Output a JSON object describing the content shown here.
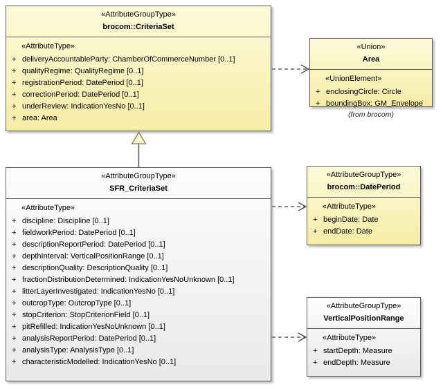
{
  "diagram": {
    "colors": {
      "yellow_box_fill": "#F9F2B4",
      "grey_box_fill": "#EFEFEF",
      "box_border": "#5A5A5A",
      "connector": "#454545",
      "generalization_triangle_fill": "#FAF4D0",
      "generalization_triangle_stroke": "#8C7B4A"
    },
    "boxes": {
      "criteriaSet": {
        "stereotype": "«AttributeGroupType»",
        "name": "brocom::CriteriaSet",
        "section_label": "«AttributeType»",
        "attributes": [
          {
            "vis": "+",
            "text": "deliveryAccountableParty: ChamberOfCommerceNumber [0..1]"
          },
          {
            "vis": "+",
            "text": "qualityRegime: QualityRegime [0..1]"
          },
          {
            "vis": "+",
            "text": "registrationPeriod: DatePeriod [0..1]"
          },
          {
            "vis": "+",
            "text": "correctionPeriod: DatePeriod [0..1]"
          },
          {
            "vis": "+",
            "text": "underReview: IndicationYesNo [0..1]"
          },
          {
            "vis": "+",
            "text": "area: Area"
          }
        ]
      },
      "area": {
        "stereotype": "«Union»",
        "name": "Area",
        "section_label": "«UnionElement»",
        "attributes": [
          {
            "vis": "+",
            "text": "enclosingCircle: Circle"
          },
          {
            "vis": "+",
            "text": "boundingBox: GM_Envelope"
          }
        ],
        "origin_note": "(from brocom)"
      },
      "sfrCriteriaSet": {
        "stereotype": "«AttributeGroupType»",
        "name": "SFR_CriteriaSet",
        "section_label": "«AttributeType»",
        "attributes": [
          {
            "vis": "+",
            "text": "discipline: Discipline [0..1]"
          },
          {
            "vis": "+",
            "text": "fieldworkPeriod: DatePeriod [0..1]"
          },
          {
            "vis": "+",
            "text": "descriptionReportPeriod: DatePeriod [0..1]"
          },
          {
            "vis": "+",
            "text": "depthInterval: VerticalPositionRange [0..1]"
          },
          {
            "vis": "+",
            "text": "descriptionQuality: DescriptionQuality [0..1]"
          },
          {
            "vis": "+",
            "text": "fractionDistributionDetermined: IndicationYesNoUnknown [0..1]"
          },
          {
            "vis": "+",
            "text": "litterLayerInvestigated: IndicationYesNo [0..1]"
          },
          {
            "vis": "+",
            "text": "outcropType: OutcropType [0..1]"
          },
          {
            "vis": "+",
            "text": "stopCriterion: StopCriterionField [0..1]"
          },
          {
            "vis": "+",
            "text": "pitRefilled: IndicationYesNoUnknown [0..1]"
          },
          {
            "vis": "+",
            "text": "analysisReportPeriod: DatePeriod [0..1]"
          },
          {
            "vis": "+",
            "text": "analysisType: AnalysisType [0..1]"
          },
          {
            "vis": "+",
            "text": "characteristicModelled: IndicationYesNo [0..1]"
          }
        ]
      },
      "datePeriod": {
        "stereotype": "«AttributeGroupType»",
        "name": "brocom::DatePeriod",
        "section_label": "«AttributeType»",
        "attributes": [
          {
            "vis": "+",
            "text": "beginDate: Date"
          },
          {
            "vis": "+",
            "text": "endDate: Date"
          }
        ]
      },
      "verticalPositionRange": {
        "stereotype": "«AttributeGroupType»",
        "name": "VerticalPositionRange",
        "section_label": "«AttributeType»",
        "attributes": [
          {
            "vis": "+",
            "text": "startDepth: Measure"
          },
          {
            "vis": "+",
            "text": "endDepth: Measure"
          }
        ]
      }
    }
  }
}
